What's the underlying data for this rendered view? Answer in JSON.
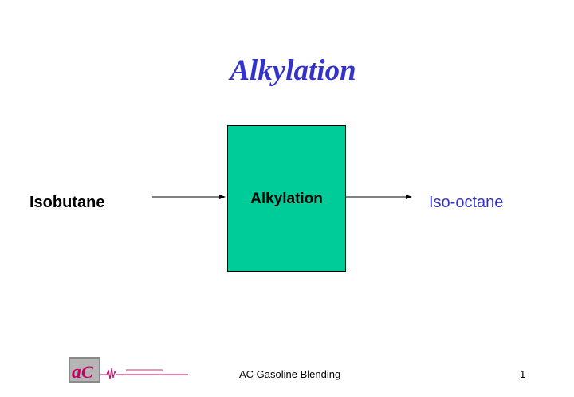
{
  "slide": {
    "title": "Alkylation"
  },
  "diagram": {
    "input": "Isobutane",
    "process": "Alkylation",
    "output": "Iso-octane"
  },
  "footer": {
    "text": "AC Gasoline Blending",
    "page_number": "1",
    "logo_name": "AC logo"
  },
  "colors": {
    "title": "#3333cc",
    "process_fill": "#00cc99",
    "output_text": "#3333cc",
    "logo_accent": "#cc0066"
  }
}
